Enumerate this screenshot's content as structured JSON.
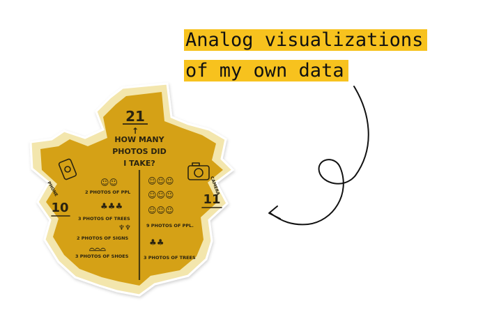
{
  "headline": {
    "line1": "Analog visualizations",
    "line2": "of my own data"
  },
  "leaf": {
    "total": "21",
    "question_line1": "HOW MANY",
    "question_line2": "PHOTOS DID",
    "question_line3": "I TAKE?",
    "phone": {
      "label": "PHONE",
      "count": "10",
      "rows": [
        "2 PHOTOS OF PPL",
        "3 PHOTOS OF TREES",
        "2 PHOTOS OF SIGNS",
        "3 PHOTOS OF SHOES"
      ]
    },
    "camera": {
      "label": "CAMERA",
      "count": "11",
      "rows": [
        "9 PHOTOS OF PPL.",
        "3 PHOTOS OF TREES"
      ]
    }
  },
  "colors": {
    "highlight": "#f7c21e",
    "leaf": "#d5a118",
    "leaf_halo": "#f3e6ad"
  }
}
